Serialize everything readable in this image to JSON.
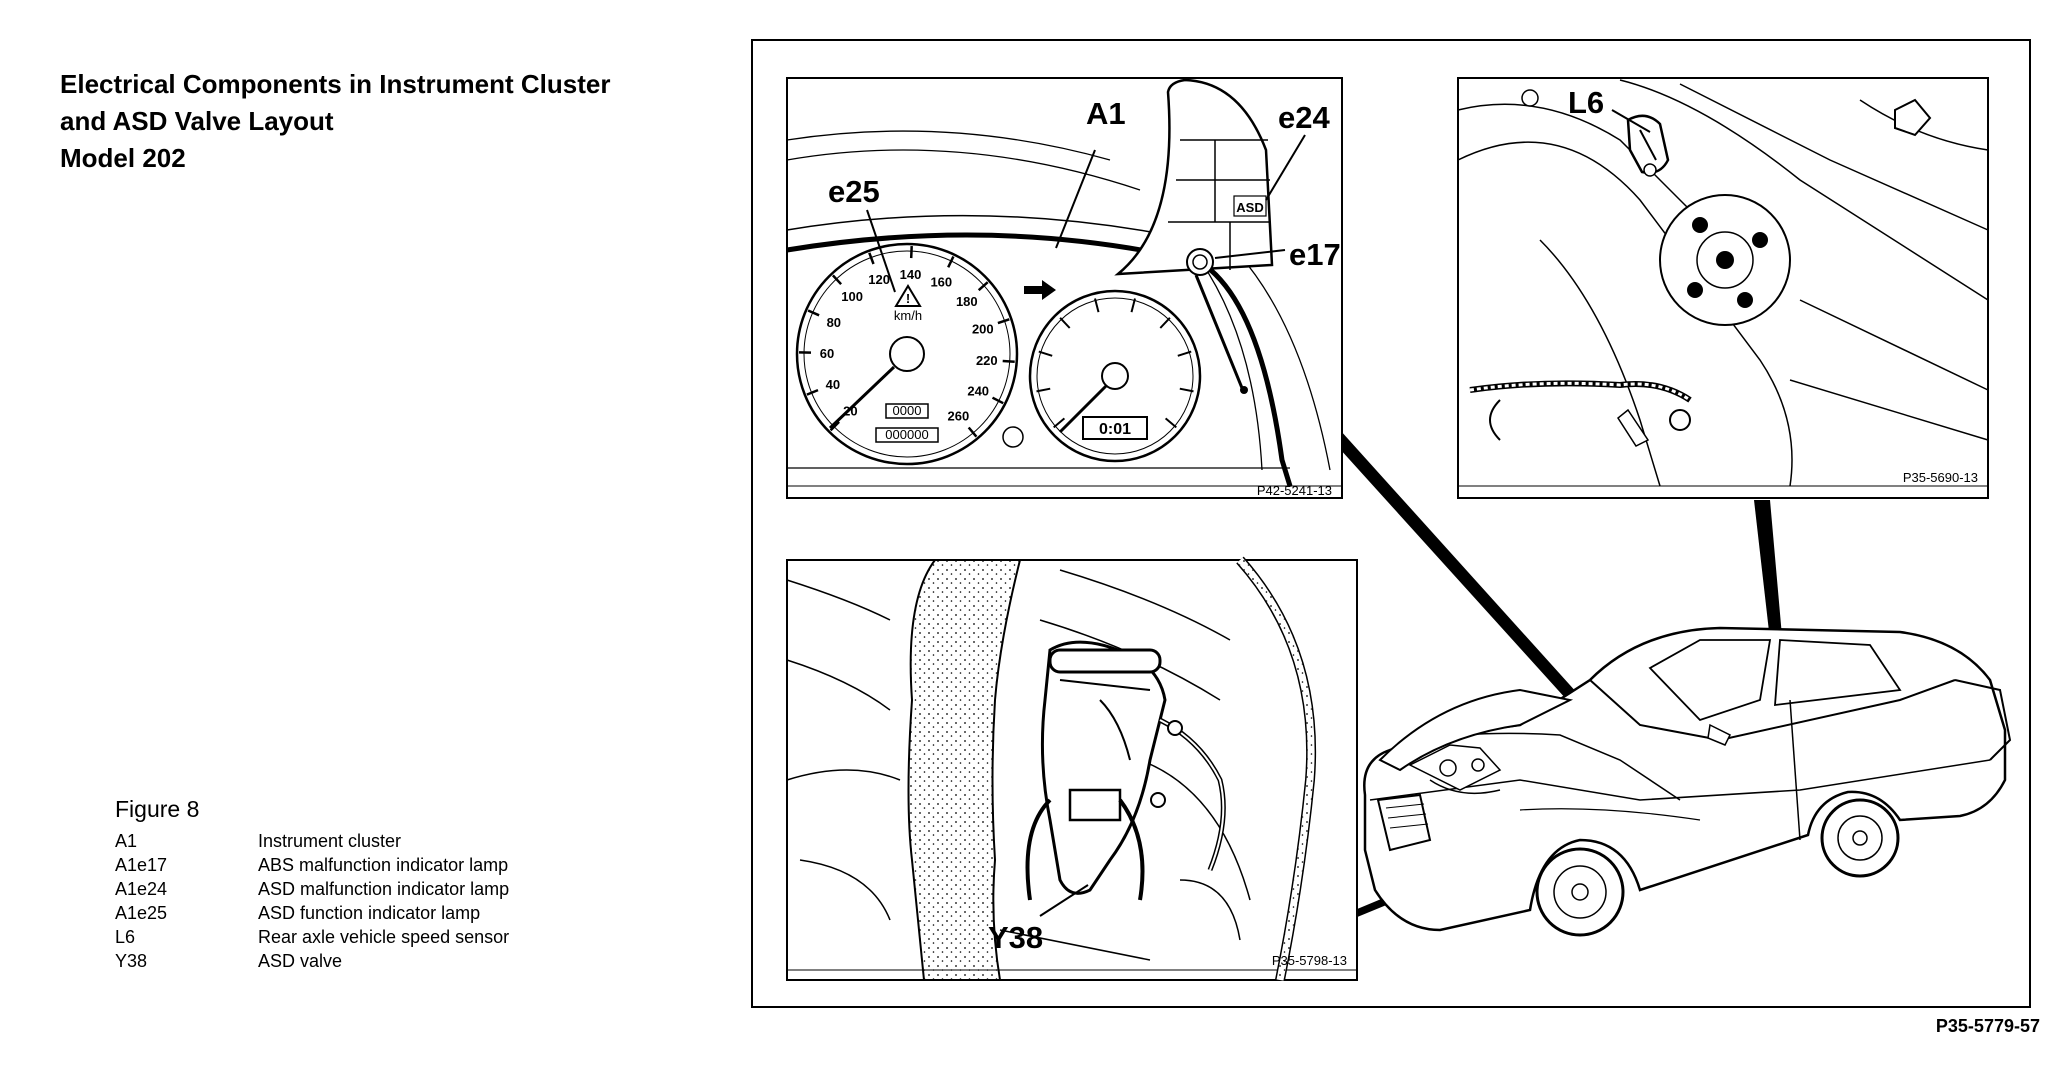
{
  "title": {
    "line1": "Electrical Components in Instrument Cluster",
    "line2": "and ASD Valve Layout",
    "line3": "Model 202"
  },
  "legend": {
    "figure": "Figure 8",
    "items": [
      {
        "code": "A1",
        "desc": "Instrument cluster"
      },
      {
        "code": "A1e17",
        "desc": "ABS malfunction indicator lamp"
      },
      {
        "code": "A1e24",
        "desc": "ASD malfunction indicator lamp"
      },
      {
        "code": "A1e25",
        "desc": "ASD function indicator lamp"
      },
      {
        "code": "L6",
        "desc": "Rear axle vehicle speed sensor"
      },
      {
        "code": "Y38",
        "desc": "ASD valve"
      }
    ]
  },
  "diagram": {
    "labels": {
      "a1": "A1",
      "e24": "e24",
      "e25": "e25",
      "e17": "e17",
      "asd": "ASD",
      "l6": "L6",
      "y38": "Y38"
    },
    "refs": {
      "cluster": "P42-5241-13",
      "sensor": "P35-5690-13",
      "valve": "P35-5798-13",
      "main": "P35-5779-57"
    },
    "speedo": {
      "ticks": [
        "20",
        "40",
        "60",
        "80",
        "100",
        "120",
        "140",
        "160",
        "180",
        "200",
        "220",
        "240",
        "260"
      ],
      "unit": "km/h",
      "odo_top": "0000",
      "odo_bottom": "000000"
    },
    "tacho": {
      "display": "0:01"
    }
  }
}
